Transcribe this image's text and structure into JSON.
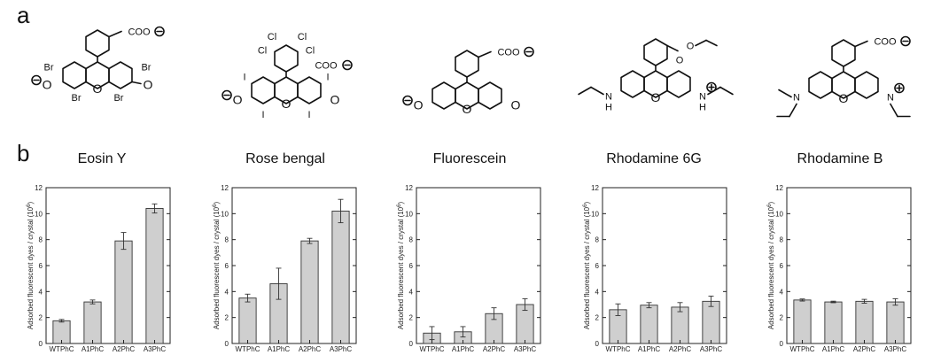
{
  "panels": {
    "a": "a",
    "b": "b"
  },
  "molecules": {
    "eosin_labels": [
      "Br",
      "Br",
      "Br",
      "Br",
      "COO",
      "O",
      "O",
      "O"
    ],
    "rose_labels": [
      "Cl",
      "Cl",
      "Cl",
      "Cl",
      "COO",
      "I",
      "I",
      "I",
      "I",
      "O",
      "O",
      "O"
    ],
    "fluorescein_labels": [
      "COO",
      "O",
      "O",
      "O"
    ],
    "r6g_labels": [
      "O",
      "O",
      "N",
      "H",
      "N",
      "H",
      "O"
    ],
    "rb_labels": [
      "COO",
      "N",
      "N",
      "O"
    ]
  },
  "chart_data": [
    {
      "type": "bar",
      "title": "Eosin Y",
      "ylabel": "Adsorbed fluorescent dyes / crystal (10⁶)",
      "ylabel_text": "Adsorbed fluorescent dyes / crystal (10",
      "ylabel_exp": "6",
      "categories": [
        "WTPhC",
        "A1PhC",
        "A2PhC",
        "A3PhC"
      ],
      "values": [
        1.75,
        3.2,
        7.9,
        10.4
      ],
      "errors": [
        0.1,
        0.15,
        0.65,
        0.35
      ],
      "ylim": [
        0,
        12
      ],
      "yticks": [
        "0",
        "2",
        "4",
        "6",
        "8",
        "10",
        "12"
      ]
    },
    {
      "type": "bar",
      "title": "Rose bengal",
      "ylabel": "Adsorbed fluorescent dyes / crystal (10⁶)",
      "ylabel_text": "Adsorbed fluorescent dyes / crystal (10",
      "ylabel_exp": "6",
      "categories": [
        "WTPhC",
        "A1PhC",
        "A2PhC",
        "A3PhC"
      ],
      "values": [
        3.5,
        4.6,
        7.9,
        10.2
      ],
      "errors": [
        0.3,
        1.2,
        0.2,
        0.9
      ],
      "ylim": [
        0,
        12
      ],
      "yticks": [
        "0",
        "2",
        "4",
        "6",
        "8",
        "10",
        "12"
      ]
    },
    {
      "type": "bar",
      "title": "Fluorescein",
      "ylabel": "Adsorbed fluorescent dyes / crystal (10⁶)",
      "ylabel_text": "Adsorbed fluorescent dyes / crystal (10",
      "ylabel_exp": "6",
      "categories": [
        "WTPhC",
        "A1PhC",
        "A2PhC",
        "A3PhC"
      ],
      "values": [
        0.8,
        0.9,
        2.3,
        3.0
      ],
      "errors": [
        0.5,
        0.4,
        0.45,
        0.45
      ],
      "ylim": [
        0,
        12
      ],
      "yticks": [
        "0",
        "2",
        "4",
        "6",
        "8",
        "10",
        "12"
      ]
    },
    {
      "type": "bar",
      "title": "Rhodamine 6G",
      "ylabel": "Adsorbed fluorescent dyes / crystal (10⁶)",
      "ylabel_text": "Adsorbed fluorescent dyes / crystal (10",
      "ylabel_exp": "6",
      "categories": [
        "WTPhC",
        "A1PhC",
        "A2PhC",
        "A3PhC"
      ],
      "values": [
        2.6,
        2.95,
        2.8,
        3.25
      ],
      "errors": [
        0.45,
        0.2,
        0.35,
        0.4
      ],
      "ylim": [
        0,
        12
      ],
      "yticks": [
        "0",
        "2",
        "4",
        "6",
        "8",
        "10",
        "12"
      ]
    },
    {
      "type": "bar",
      "title": "Rhodamine B",
      "ylabel": "Adsorbed fluorescent dyes / crystal (10⁶)",
      "ylabel_text": "Adsorbed fluorescent dyes / crystal (10",
      "ylabel_exp": "6",
      "categories": [
        "WTPhC",
        "A1PhC",
        "A2PhC",
        "A3PhC"
      ],
      "values": [
        3.35,
        3.2,
        3.25,
        3.2
      ],
      "errors": [
        0.08,
        0.06,
        0.15,
        0.25
      ],
      "ylim": [
        0,
        12
      ],
      "yticks": [
        "0",
        "2",
        "4",
        "6",
        "8",
        "10",
        "12"
      ]
    }
  ],
  "colors": {
    "bar_fill": "#cfcfcf",
    "bar_stroke": "#333333"
  }
}
